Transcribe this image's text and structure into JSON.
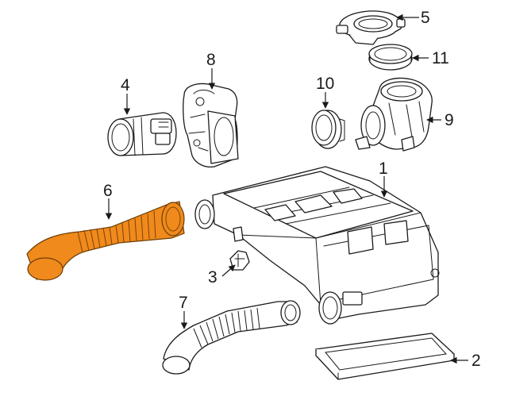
{
  "diagram": {
    "highlight_color": "#f08a1c",
    "callouts": [
      {
        "id": "1",
        "label": "1"
      },
      {
        "id": "2",
        "label": "2"
      },
      {
        "id": "3",
        "label": "3"
      },
      {
        "id": "4",
        "label": "4"
      },
      {
        "id": "5",
        "label": "5"
      },
      {
        "id": "6",
        "label": "6"
      },
      {
        "id": "7",
        "label": "7"
      },
      {
        "id": "8",
        "label": "8"
      },
      {
        "id": "9",
        "label": "9"
      },
      {
        "id": "10",
        "label": "10"
      },
      {
        "id": "11",
        "label": "11"
      }
    ],
    "highlighted_part": "6"
  }
}
